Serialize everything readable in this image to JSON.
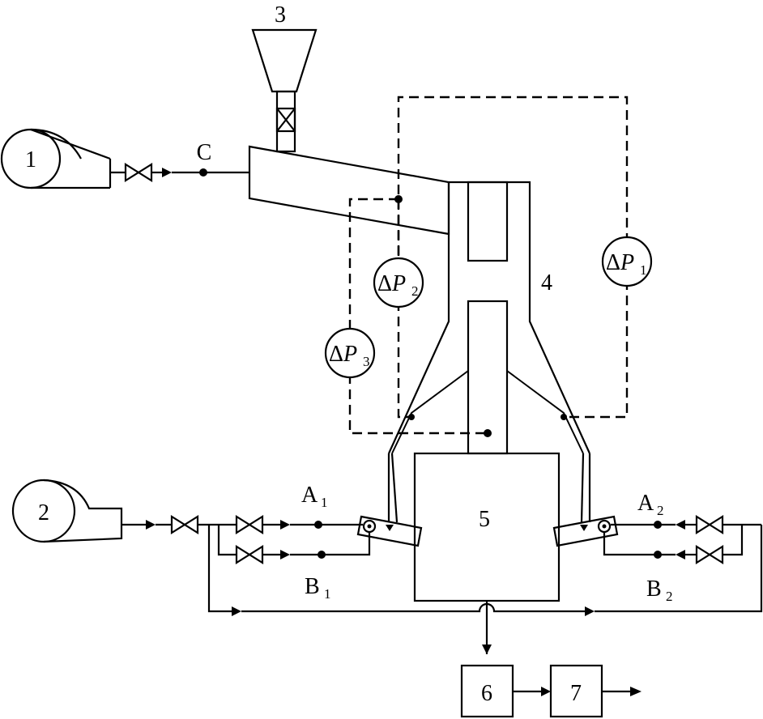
{
  "labels": {
    "unit1": "1",
    "unit2": "2",
    "unit3": "3",
    "unit4": "4",
    "unit5": "5",
    "unit6": "6",
    "unit7": "7",
    "point_c": "C",
    "a1_main": "A",
    "a1_sub": "1",
    "a2_main": "A",
    "a2_sub": "2",
    "b1_main": "B",
    "b1_sub": "1",
    "b2_main": "B",
    "b2_sub": "2"
  },
  "gauges": {
    "dp1": {
      "delta": "Δ",
      "symbol": "P",
      "sub": "1"
    },
    "dp2": {
      "delta": "Δ",
      "symbol": "P",
      "sub": "2"
    },
    "dp3": {
      "delta": "Δ",
      "symbol": "P",
      "sub": "3"
    }
  }
}
